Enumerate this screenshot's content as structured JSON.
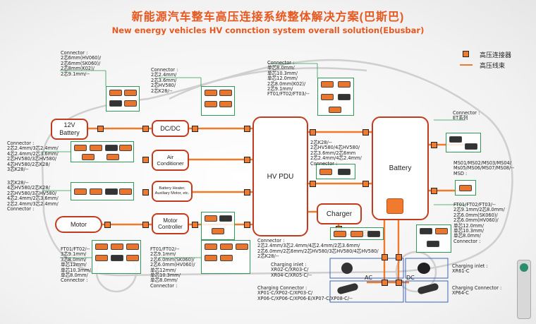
{
  "title": {
    "cn": "新能源汽车整车高压连接系统整体解决方案(巴斯巴)",
    "en": "New energy vehicles HV connction system overall solution(Ebusbar)"
  },
  "legend": {
    "connector": "高压连接器",
    "harness": "高压线束"
  },
  "colors": {
    "accent": "#e8571e",
    "box_border": "#c33b1e",
    "connector": "#f07a2e",
    "group_border": "#2e9a55"
  },
  "components": {
    "battery_12v": "12V\nBattery",
    "dcdc": "DC/DC",
    "air_conditioner": "Air\nConditioner",
    "heater": "Battery Heater,\nAuxiliary Motor, etc.",
    "motor": "Motor",
    "motor_controller": "Motor\nController",
    "hv_pdu": "HV PDU",
    "battery": "Battery",
    "charger": "Charger",
    "ac": "AC",
    "dc": "DC"
  },
  "labels": {
    "top_left": "Connector :\n2芯6mm(HV060)/\n2芯6mm(SK060)/\n2芯8mm(K02)/\n2芯9.1mm/--",
    "top_center": "Connector :\n2芯2.4mm/\n2芯3.6mm/\n2芯HV580/\n2芯K28/--",
    "top_right": "Connector :\n单芯8.0mm/\n单芯10.3mm/\n单芯12.0mm/\n2芯8.0mm(K02)/\n2芯9.1mm/\nFT01/FT02/FT03/--",
    "left_1": "Connector :\n2芯2.4mm/3芯2.4mm/\n4芯2.4mm/2芯3.6mm/\n2芯HV580/3芯HV580/\n4芯HV580/2芯K28/\n3芯K28/--",
    "left_2": "3芯K28/--\n4芯HV580/2芯K28/\n2芯HV580/3芯HV580/\n4芯2.4mm/2芯3.6mm/\n2芯2.4mm/3芯2.4mm/\nConnector :",
    "pdu_right": "2芯K28/--\n2芯HV580/4芯HV580/\n2芯3.6mm/2芯6mm\n2芯2.4mm/4芯2.4mm/\nConnector :",
    "right_et": "Connector :\nET系列",
    "msd": "MS01/MS02/MS03/MS04/\nMs05/MS06/MS07/MS08/--\nMSD :",
    "right_ft": "FT01/FT02/FT03/--\n2芯9.1mm/2芯8.0mm/\n2芯6.0mm(SK060)/\n2芯6.0mm(HV060)/\n单芯12.0mm/\n单芯10.3mm/\n单芯8.0mm/\nConnector :",
    "bottom_left": "FT01/FT02/--\n3芯9.1mm/\n3芯8.0mm/\n单芯12mm/\n单芯10.3mm/\n单芯8.0mm/\nConnector :",
    "bottom_center": "FT01/FT02/--\n2芯9.1mm/\n2芯6.0mm(SK060)/\n2芯6.0mm(HV060)/\n单芯12mm/\n单芯10.3mm/\n单芯8.0mm/\nConnector :",
    "bottom_mid": "Connector :\n2芯2.4mm/3芯2.4mm/4芯2.4mm/2芯3.6mm/\n2芯6.0mm/2芯6mm/2芯HV580/3芯HV580/4芯HV580/\n2芯K28/--",
    "charging_inlet_left": "Charging inlet :\nXR02-C/XR03-C/\nXR04-C/XR05-C/--",
    "charging_inlet_right": "Charging inlet :\nXR61-C",
    "charging_connector_left": "Charging Connector :\nXP01-C/XP02-C/XP03-C/\nXP06-C/XP06-C/XP06-E/XP07-C/XP08-C/--",
    "charging_connector_right": "Charging Connector :\nXP64-C"
  }
}
